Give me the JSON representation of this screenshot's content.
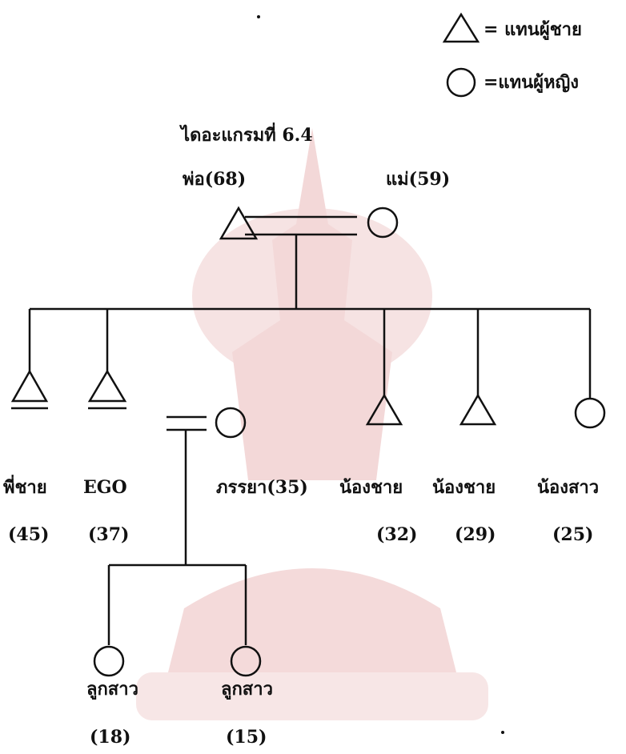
{
  "legend": {
    "male": "= แทนผู้ชาย",
    "female": "=แทนผู้หญิง"
  },
  "diagram_title": "ไดอะแกรมที่ 6.4",
  "people": {
    "father": "พ่อ(68)",
    "mother": "แม่(59)",
    "elder_brother_name": "พี่ชาย",
    "elder_brother_age": "(45)",
    "ego_name": "EGO",
    "ego_age": "(37)",
    "wife": "ภรรยา(35)",
    "younger_brother1_name": "น้องชาย",
    "younger_brother1_age": "(32)",
    "younger_brother2_name": "น้องชาย",
    "younger_brother2_age": "(29)",
    "younger_sister_name": "น้องสาว",
    "younger_sister_age": "(25)",
    "daughter1_name": "ลูกสาว",
    "daughter1_age": "(18)",
    "daughter2_name": "ลูกสาว",
    "daughter2_age": "(15)"
  },
  "colors": {
    "ink": "#111111",
    "watermark": "#f3d3d3"
  }
}
